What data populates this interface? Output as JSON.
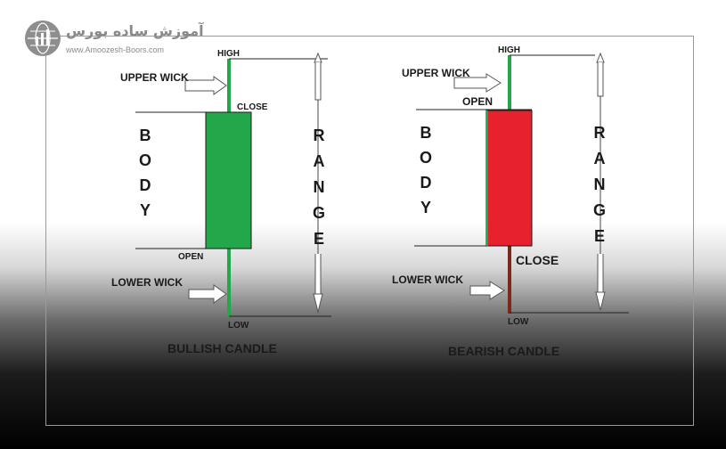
{
  "logo": {
    "name": "آموزش ساده بورس",
    "url": "www.Amoozesh-Boors.com"
  },
  "colors": {
    "bullish": "#22a84a",
    "bearish": "#e8212e",
    "line": "#222222"
  },
  "bullish": {
    "high": "HIGH",
    "upper_wick": "UPPER WICK",
    "close": "CLOSE",
    "open": "OPEN",
    "lower_wick": "LOWER WICK",
    "low": "LOW",
    "body": [
      "B",
      "O",
      "D",
      "Y"
    ],
    "range": [
      "R",
      "A",
      "N",
      "G",
      "E"
    ],
    "caption": "BULLISH  CANDLE"
  },
  "bearish": {
    "high": "HIGH",
    "upper_wick": "UPPER WICK",
    "open": "OPEN",
    "close": "CLOSE",
    "lower_wick": "LOWER WICK",
    "low": "LOW",
    "body": [
      "B",
      "O",
      "D",
      "Y"
    ],
    "range": [
      "R",
      "A",
      "N",
      "G",
      "E"
    ],
    "caption": "BEARISH CANDLE"
  }
}
